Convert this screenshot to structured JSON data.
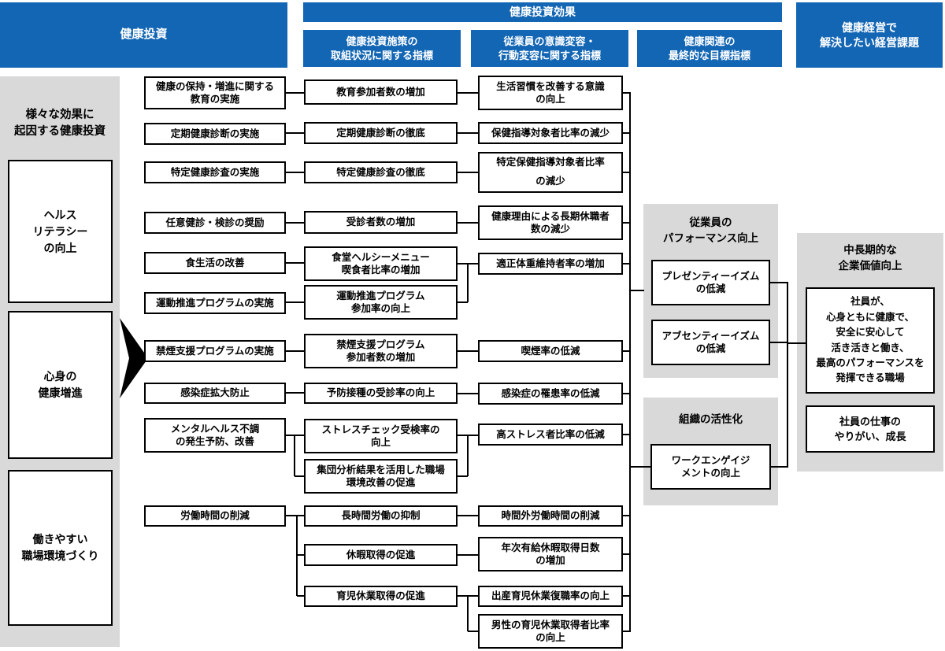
{
  "colors": {
    "accent_blue": "#1366b4",
    "panel_gray": "#d9d9d9",
    "line_black": "#000000"
  },
  "header": {
    "investment": "健康投資",
    "effect": "健康投資効果",
    "sub_initiatives": "健康投資施策の\n取組状況に関する指標",
    "sub_behavior": "従業員の意識変容・\n行動変容に関する指標",
    "sub_targets": "健康関連の\n最終的な目標指標",
    "management_issues": "健康経営で\n解決したい経営課題"
  },
  "left_panel": {
    "title": "様々な効果に\n起因する健康投資",
    "items": [
      "ヘルス\nリテラシー\nの向上",
      "心身の\n健康増進",
      "働きやすい\n職場環境づくり"
    ]
  },
  "investments": [
    "健康の保持・増進に関する\n教育の実施",
    "定期健康診断の実施",
    "特定健康診査の実施",
    "任意健診・検診の奨励",
    "食生活の改善",
    "運動推進プログラムの実施",
    "禁煙支援プログラムの実施",
    "感染症拡大防止",
    "メンタルヘルス不調\nの発生予防、改善",
    "労働時間の削減"
  ],
  "initiative_indicators": [
    "教育参加者数の増加",
    "定期健康診断の徹底",
    "特定健康診査の徹底",
    "受診者数の増加",
    "食堂ヘルシーメニュー\n喫食者比率の増加",
    "運動推進プログラム\n参加率の向上",
    "禁煙支援プログラム\n参加者数の増加",
    "予防接種の受診率の向上",
    "ストレスチェック受検率の\n向上",
    "集団分析結果を活用した職場\n環境改善の促進",
    "長時間労働の抑制",
    "休暇取得の促進",
    "育児休業取得の促進"
  ],
  "behavior_indicators": [
    "生活習慣を改善する意識\nの向上",
    "保健指導対象者比率の減少",
    "特定保健指導対象者比率\nの減少",
    "健康理由による長期休職者\n数の減少",
    "適正体重維持者率の増加",
    "喫煙率の低減",
    "感染症の罹患率の低減",
    "高ストレス者比率の低減",
    "時間外労働時間の削減",
    "年次有給休暇取得日数\nの増加",
    "出産育児休業復職率の向上",
    "男性の育児休業取得者比率\nの向上"
  ],
  "final_targets": {
    "performance_title": "従業員の\nパフォーマンス向上",
    "performance_items": [
      "プレゼンティーイズム\nの低減",
      "アブセンティーイズム\nの低減"
    ],
    "organization_title": "組織の活性化",
    "organization_items": [
      "ワークエンゲイジ\nメントの向上"
    ]
  },
  "management_goals": {
    "title": "中長期的な\n企業価値向上",
    "items": [
      "社員が、\n心身ともに健康で、\n安全に安心して\n活き活きと働き、\n最高のパフォーマンスを\n発揮できる職場",
      "社員の仕事の\nやりがい、成長"
    ]
  }
}
